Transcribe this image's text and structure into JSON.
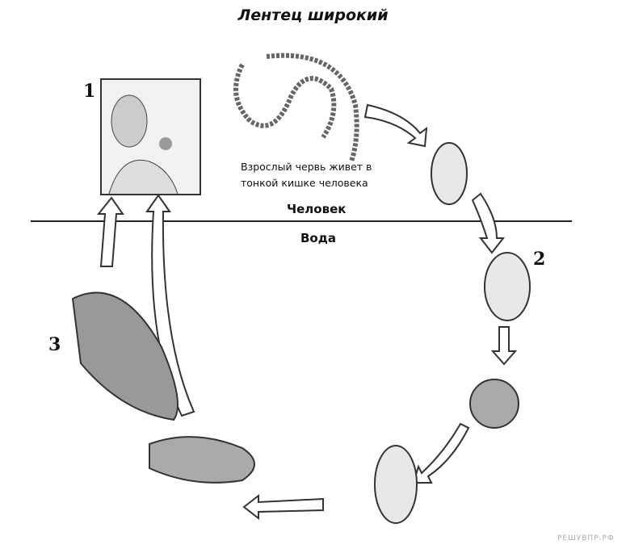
{
  "title": "Лентец широкий",
  "caption": "Взрослый червь живет в тонкой кишке человека",
  "labels": {
    "human": "Человек",
    "water": "Вода"
  },
  "stages": [
    "1",
    "2",
    "3"
  ],
  "watermark": "РЕШУВПР.РФ"
}
